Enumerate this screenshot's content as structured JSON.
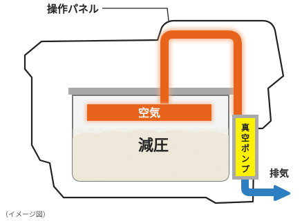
{
  "labels": {
    "control_panel": "操作パネル",
    "air": "空気",
    "depressurize": "減圧",
    "vacuum_pump": [
      "真",
      "空",
      "ポ",
      "ン",
      "プ"
    ],
    "exhaust": "排気",
    "caption": "（イメージ図）"
  },
  "colors": {
    "air_flow": "#E8641C",
    "pump": "#FFF200",
    "exhaust_arrow": "#2E7FC1",
    "lid": "#A9A9A9",
    "outline": "#222222"
  }
}
